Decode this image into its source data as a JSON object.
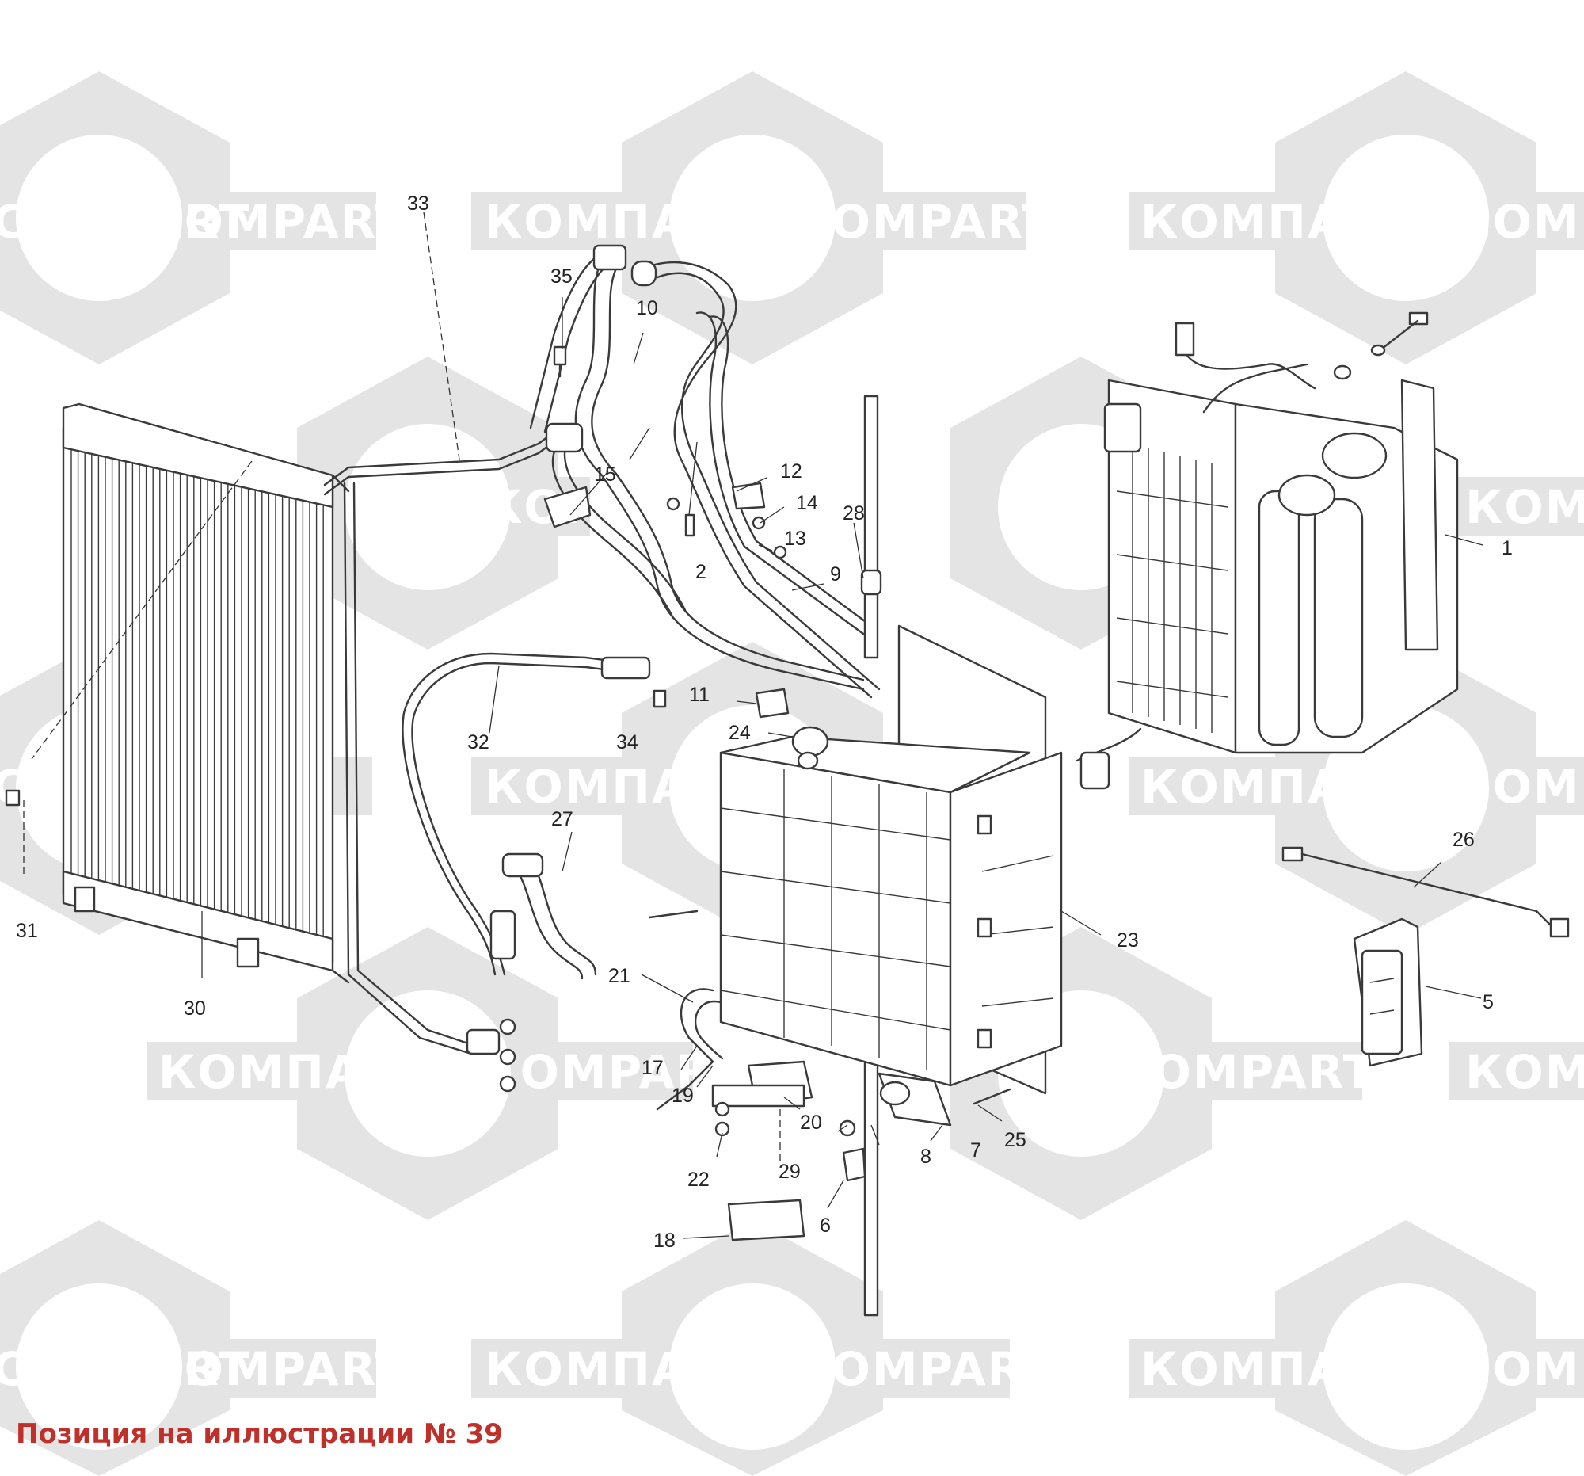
{
  "watermark": {
    "brand_latin": "COMPART",
    "brand_cyrillic": "КОМПАРТ",
    "color": "#e4e4e4",
    "icon": "hexagon-c-logo"
  },
  "callouts": [
    "1",
    "2",
    "5",
    "6",
    "7",
    "8",
    "9",
    "10",
    "11",
    "12",
    "13",
    "14",
    "15",
    "17",
    "18",
    "19",
    "20",
    "21",
    "22",
    "23",
    "24",
    "25",
    "26",
    "27",
    "28",
    "29",
    "30",
    "31",
    "32",
    "33",
    "34",
    "35"
  ],
  "caption": {
    "text": "Позиция на иллюстрации № 39",
    "color": "#c0302b"
  }
}
